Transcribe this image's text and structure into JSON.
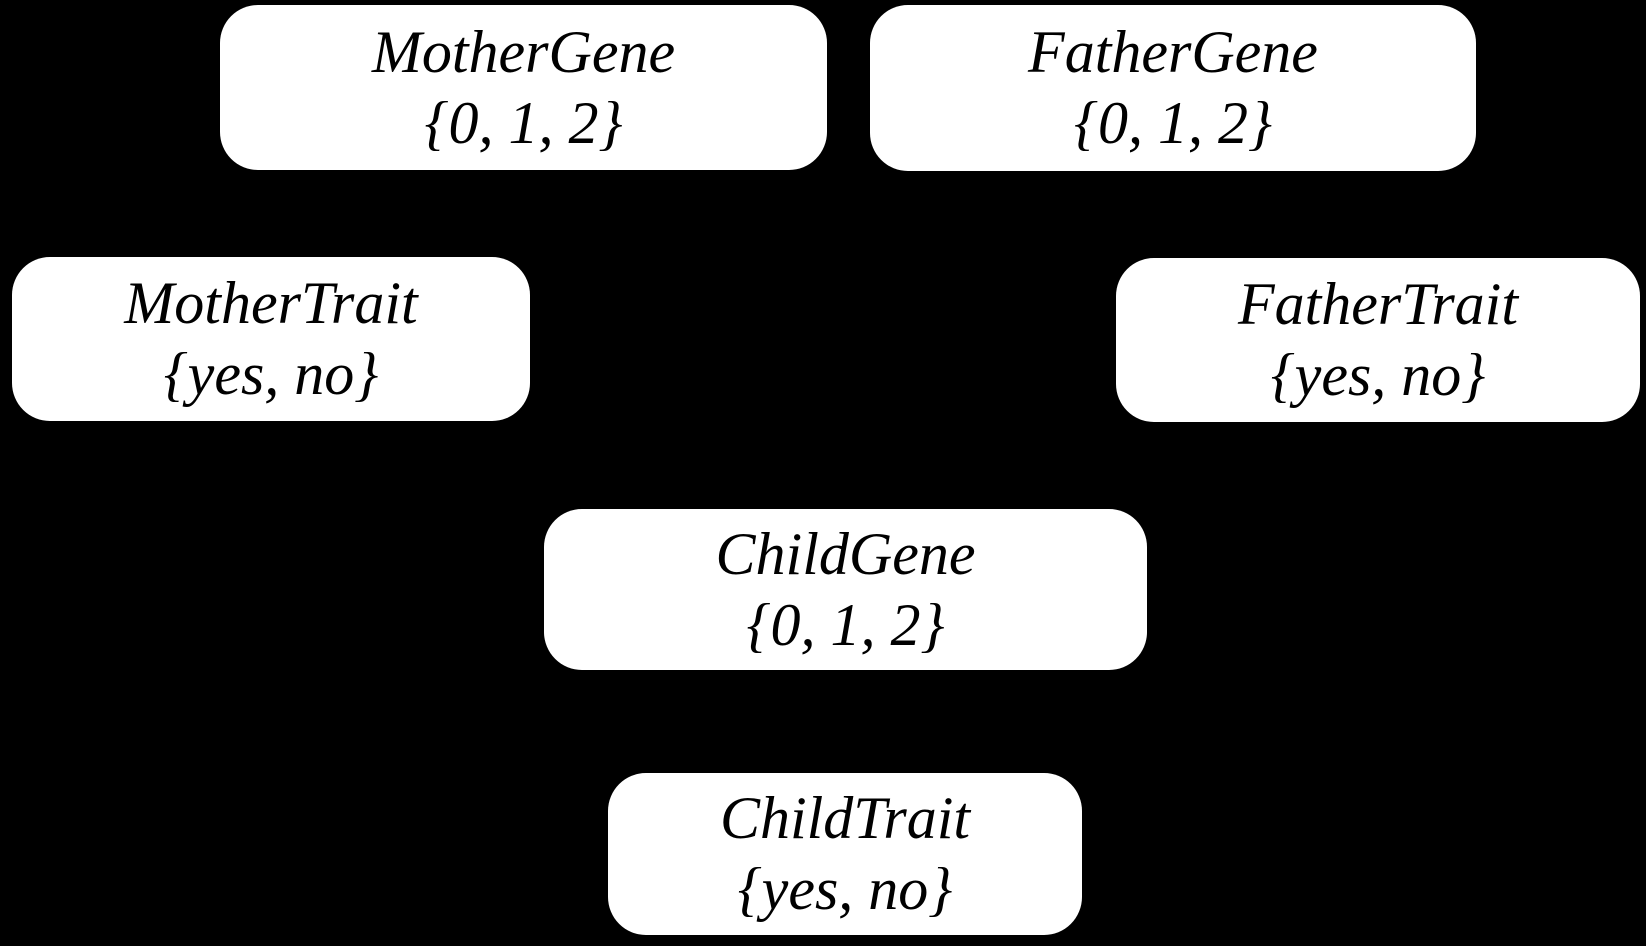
{
  "diagram": {
    "type": "bayesian-network",
    "background_color": "#000000",
    "node_fill_color": "#ffffff",
    "node_text_color": "#000000",
    "nodes": [
      {
        "id": "mother-gene",
        "title": "MotherGene",
        "domain": "{0, 1, 2}"
      },
      {
        "id": "father-gene",
        "title": "FatherGene",
        "domain": "{0, 1, 2}"
      },
      {
        "id": "mother-trait",
        "title": "MotherTrait",
        "domain": "{yes, no}"
      },
      {
        "id": "father-trait",
        "title": "FatherTrait",
        "domain": "{yes, no}"
      },
      {
        "id": "child-gene",
        "title": "ChildGene",
        "domain": "{0, 1, 2}"
      },
      {
        "id": "child-trait",
        "title": "ChildTrait",
        "domain": "{yes, no}"
      }
    ]
  }
}
